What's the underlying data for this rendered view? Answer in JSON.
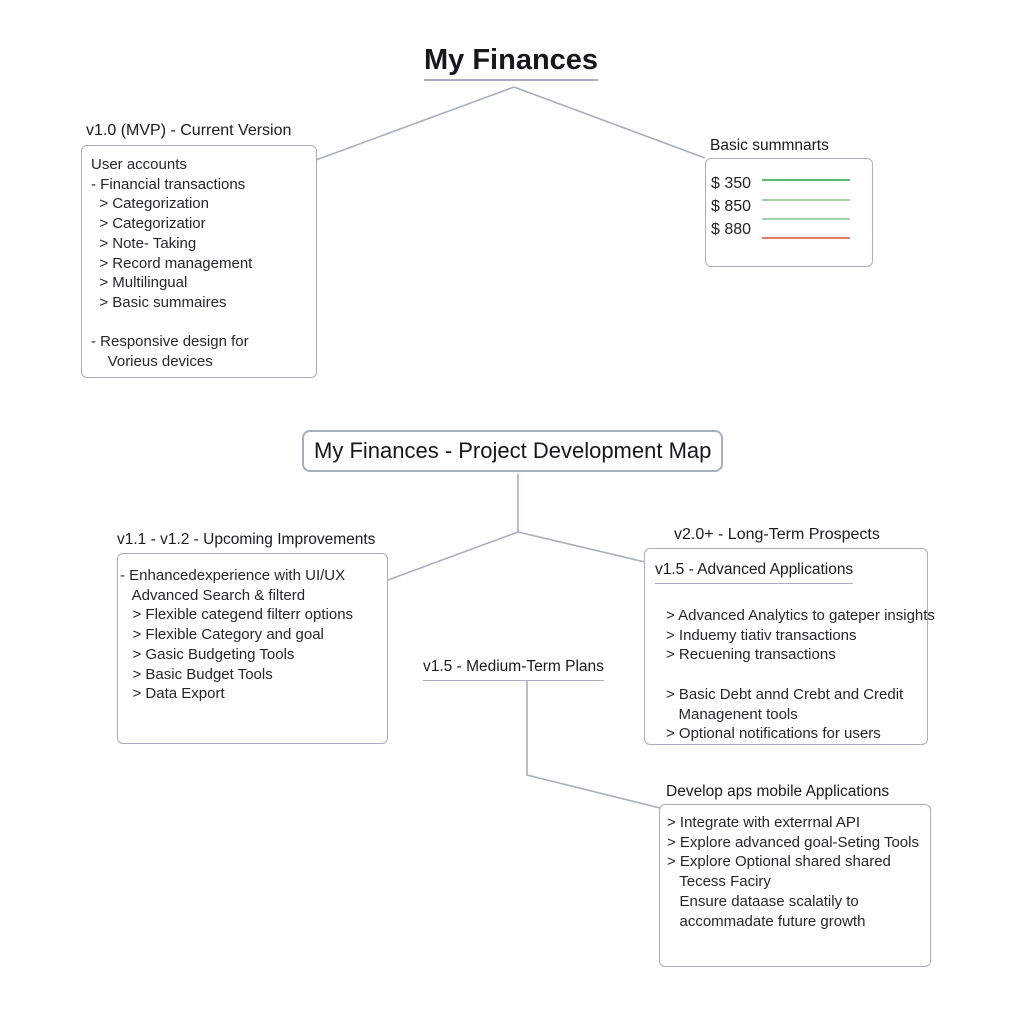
{
  "main_title": "My Finances",
  "mvp": {
    "title": "v1.0 (MVP) - Current Version",
    "lines": [
      "User accounts",
      "- Financial transactions",
      "  > Categorization",
      "  > Categorizatior",
      "  > Note- Taking",
      "  > Record management",
      "  > Multilingual",
      "  > Basic summaires",
      "",
      "- Responsive design for",
      "    Vorieus devices"
    ]
  },
  "summaries": {
    "title": "Basic summnarts",
    "rows": [
      {
        "amount": "$ 350",
        "color": "#5cb874"
      },
      {
        "amount": "$ 850",
        "color": "#9cd4a8"
      },
      {
        "amount": "$ 880",
        "color": "#e07a6e"
      }
    ]
  },
  "map_title": "My Finances - Project Development Map",
  "upcoming": {
    "title": "v1.1 - v1.2 - Upcoming Improvements",
    "lines": [
      "- Enhancedexperience with UI/UX",
      "   Advanced Search & filterd",
      "   > Flexible categend filterr options",
      "   > Flexible Category and goal",
      "   > Gasic Budgeting Tools",
      "   > Basic Budget Tools",
      "   > Data Export"
    ]
  },
  "medium_term": {
    "title": "v1.5 - Medium-Term Plans"
  },
  "long_term": {
    "title": "v2.0+ - Long-Term Prospects",
    "subtitle": "v1.5 - Advanced Applications",
    "lines": [
      "> Advanced Analytics to gateper insights",
      "> Induemy tiativ transactions",
      "> Recuening transactions",
      "",
      "> Basic Debt annd Crebt and Credit",
      "   Managenent tools",
      "> Optional notifications for users"
    ]
  },
  "mobile": {
    "title": "Develop aps mobile Applications",
    "lines": [
      "> Integrate with exterrnal API",
      "> Explore advanced goal-Seting Tools",
      "> Explore Optional shared shared",
      "   Tecess Faciry",
      "   Ensure dataase scalatily to",
      "   accommadate future growth"
    ]
  },
  "colors": {
    "connector": "#a9adbd",
    "border": "#a9adbd"
  }
}
